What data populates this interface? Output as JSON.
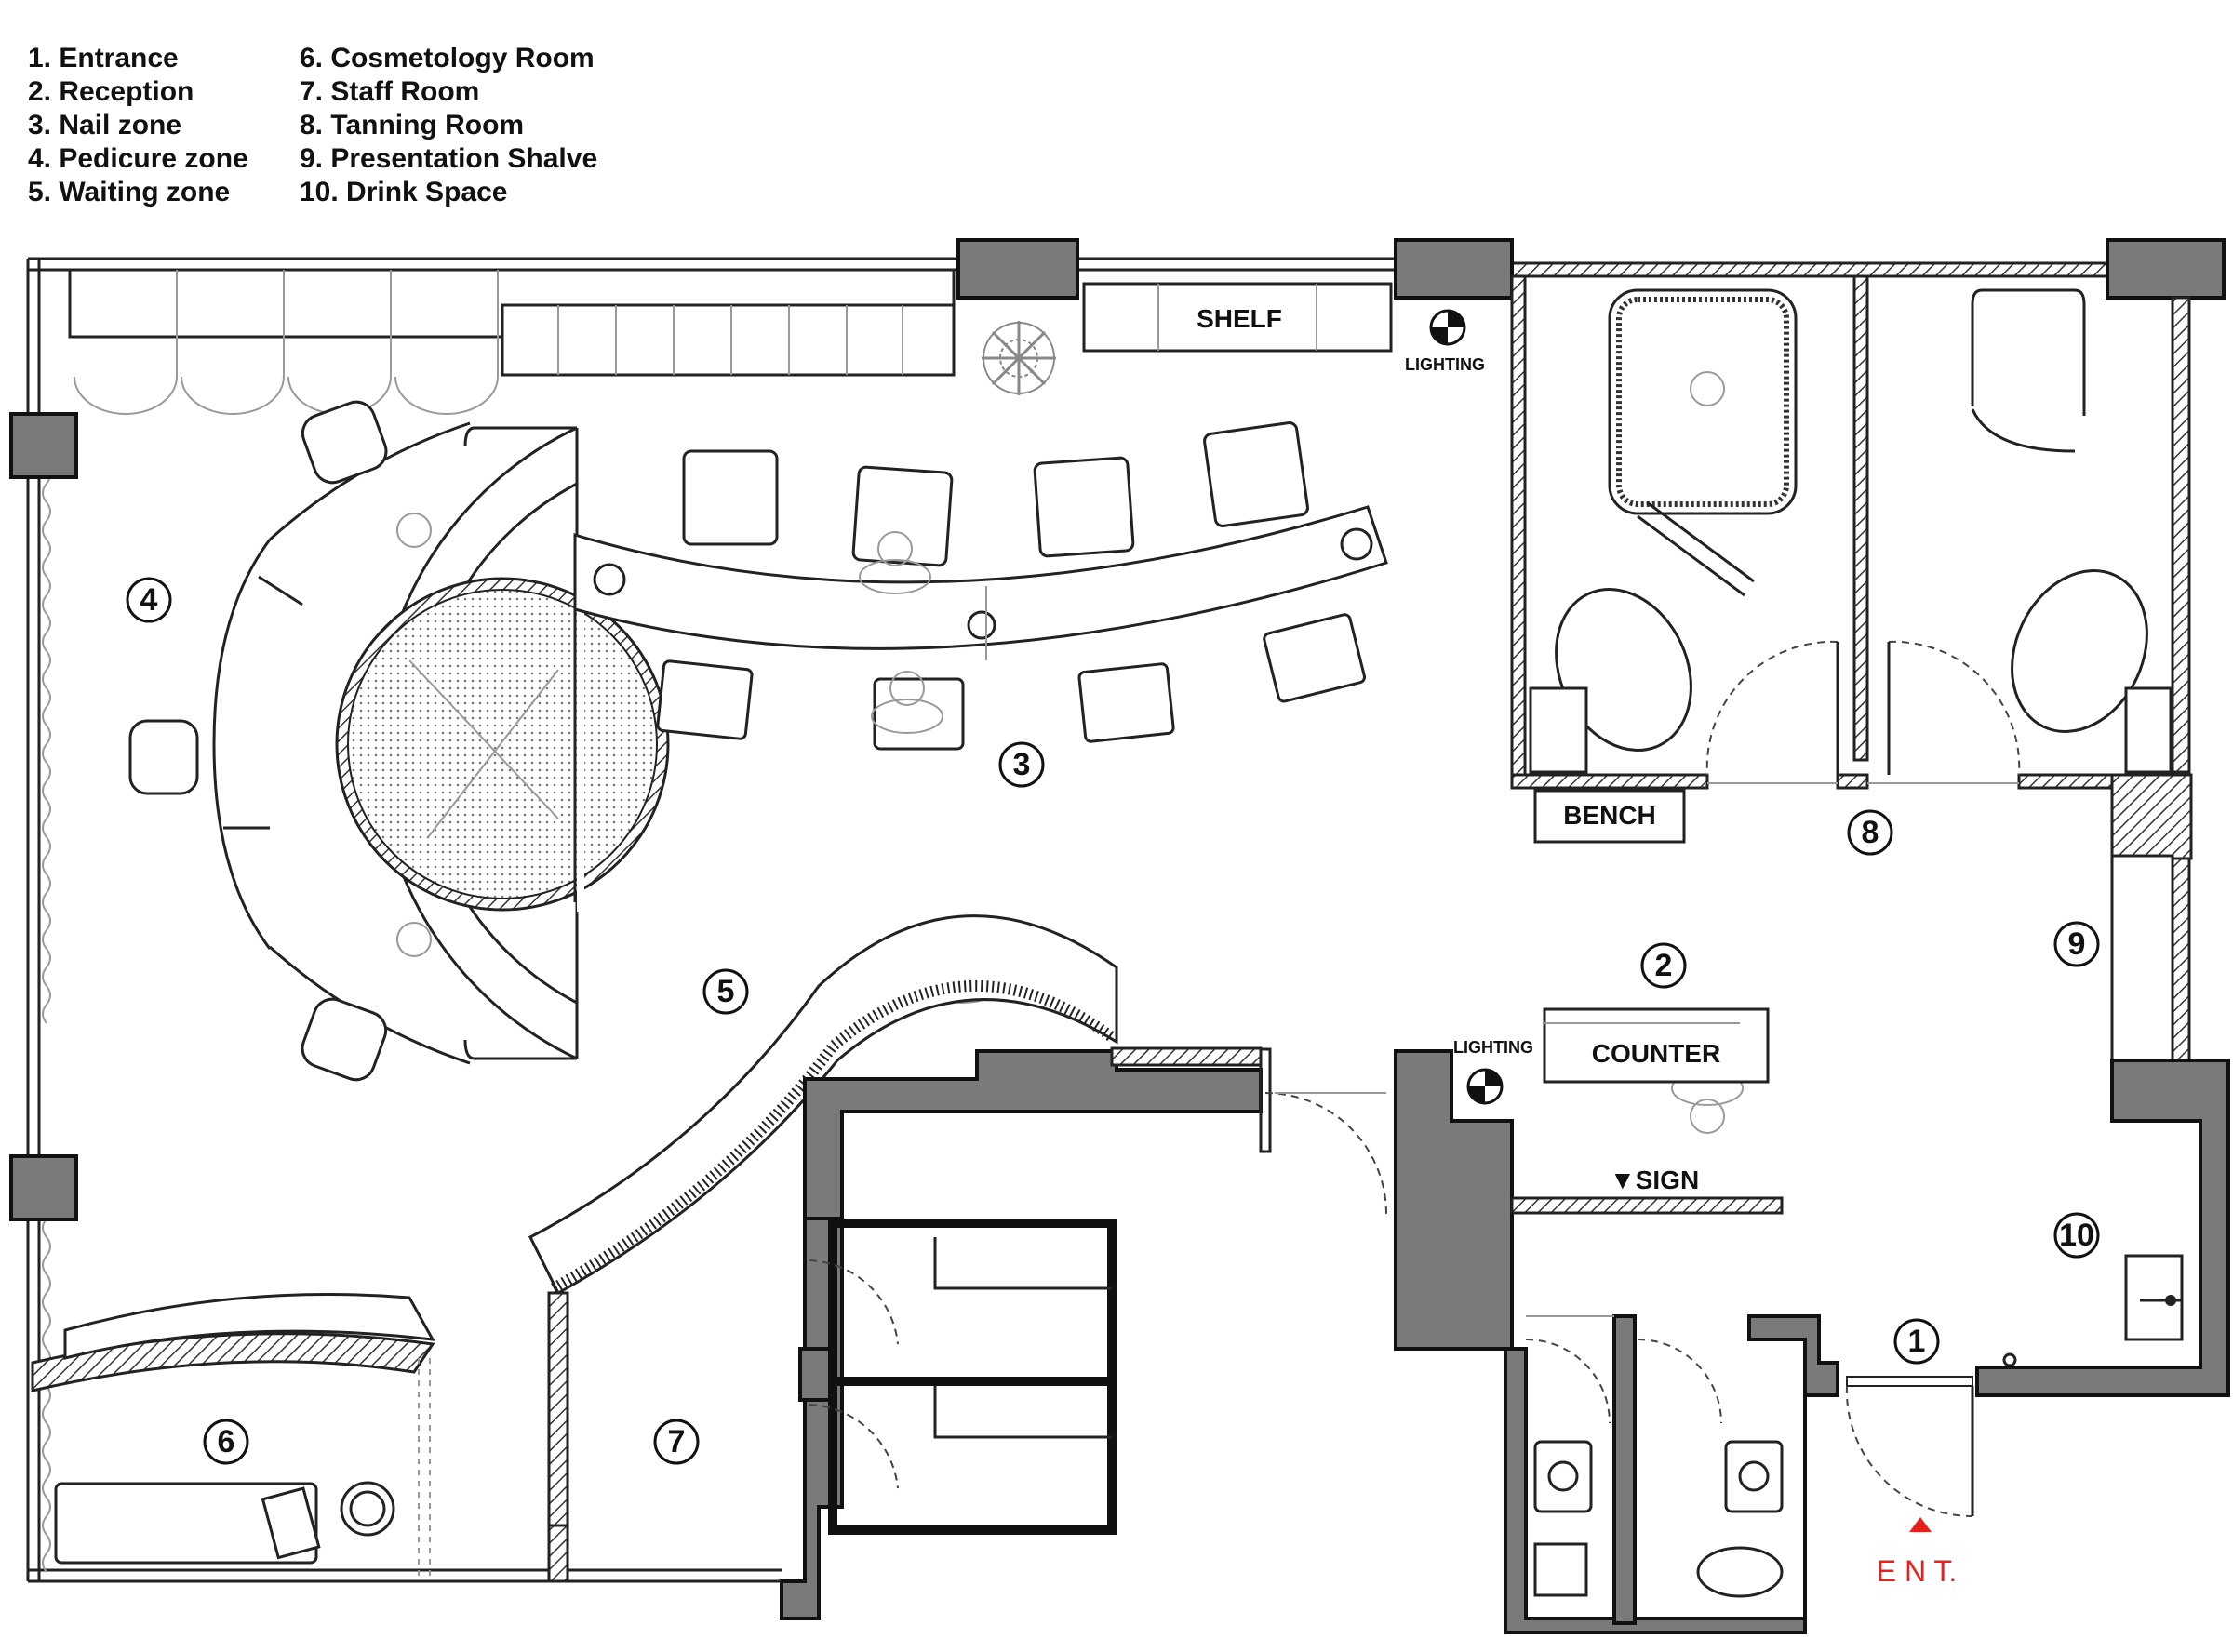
{
  "legend": {
    "col1": [
      "1. Entrance",
      "2. Reception",
      "3. Nail zone",
      "4. Pedicure zone",
      "5. Waiting zone"
    ],
    "col2": [
      "6. Cosmetology Room",
      "7. Staff Room",
      "8. Tanning Room",
      "9. Presentation Shalve",
      "10. Drink Space"
    ]
  },
  "labels": {
    "shelf": "SHELF",
    "lighting_top": "LIGHTING",
    "lighting_mid": "LIGHTING",
    "bench": "BENCH",
    "counter": "COUNTER",
    "sign": "▼SIGN",
    "entrance": "E N T."
  },
  "zone_numbers": {
    "z1": "1",
    "z2": "2",
    "z3": "3",
    "z4": "4",
    "z5": "5",
    "z6": "6",
    "z7": "7",
    "z8": "8",
    "z9": "9",
    "z10": "10"
  },
  "colors": {
    "wall": "#7a7a7a",
    "line": "#222222",
    "entrance_marker": "#e8201e"
  }
}
